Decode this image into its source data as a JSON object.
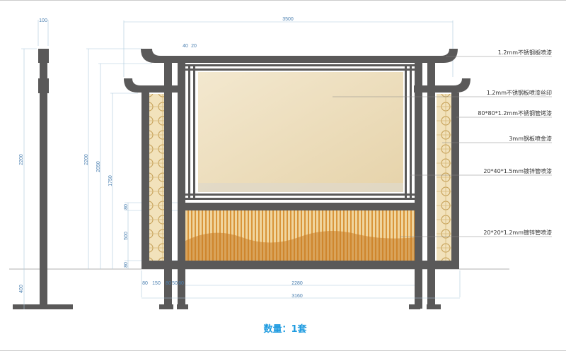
{
  "dimensions": {
    "side_width": "100",
    "side_height": "2200",
    "side_base": "400",
    "total_width": "3500",
    "frame_a": "40",
    "frame_b": "20",
    "height_roof": "2200",
    "height_lower_roof": "2050",
    "height_side": "1750",
    "bottom_top_beam": "80",
    "bottom_slats": "500",
    "bottom_beam": "80",
    "bottom_widths": [
      "80",
      "150",
      "80",
      "50",
      "80"
    ],
    "inner_width": "2280",
    "outer_width": "3160"
  },
  "labels": [
    "1.2mm不锈钢板喷漆",
    "1.2mm不锈钢板喷漆丝印",
    "80*80*1.2mm不锈钢管烤漆",
    "3mm钢板喷金漆",
    "20*40*1.5mm镀锌管喷漆",
    "20*20*1.2mm镀锌管喷漆"
  ],
  "quantity": "数量：1套",
  "colors": {
    "steel": "#5a5959",
    "dimension": "#4a7fb0",
    "quantity": "#1e9be0",
    "panel": "#efe2c4",
    "slats": "#d9953a",
    "lattice": "#e8cf98"
  }
}
